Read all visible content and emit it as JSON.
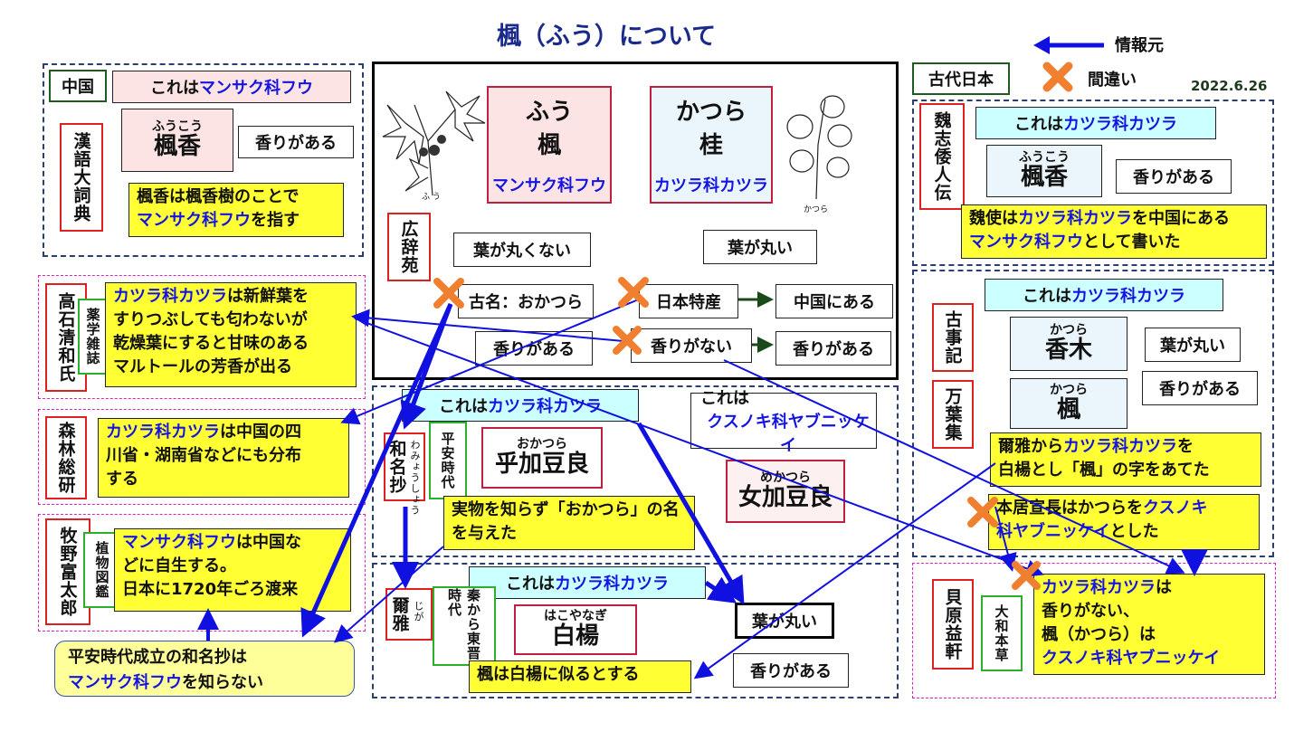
{
  "title": "楓（ふう）について",
  "date": "2022.6.26",
  "legend": {
    "source_label": "情報元",
    "wrong_label": "間違い"
  },
  "china": {
    "tag": "中国",
    "header_pre": "これは",
    "header_hl": "マンサク科フウ",
    "source": "漢語大詞典",
    "term_ruby": "ふうこう",
    "term": "楓香",
    "fragrant": "香りがある",
    "note": "楓香は楓香樹のことでマンサク科フウを指す"
  },
  "takaishi": {
    "person": "高石清和氏",
    "journal": "薬学雑誌",
    "note_hl": "カツラ科カツラ",
    "note_rest": "は新鮮葉をすりつぶしても匂わないが乾燥葉にすると甘味のあるマルトールの芳香が出る"
  },
  "shinrin": {
    "person": "森林総研",
    "note_hl": "カツラ科カツラ",
    "note_rest": "は中国の四川省・湖南省などにも分布する"
  },
  "makino": {
    "person": "牧野富太郎",
    "book": "植物図鑑",
    "note_hl": "マンサク科フウ",
    "note_rest": "は中国などに自生する。日本に1720年ごろ渡来"
  },
  "callout": {
    "line1": "平安時代成立の和名抄は",
    "line2_hl": "マンサク科フウ",
    "line2_rest": "を知らない"
  },
  "kojien": {
    "source": "広辞苑",
    "fuu_reading": "ふう",
    "fuu_kanji": "楓",
    "fuu_family": "マンサク科フウ",
    "katsura_reading": "かつら",
    "katsura_kanji": "桂",
    "katsura_family": "カツラ科カツラ",
    "fuu_caption": "ふ う",
    "katsura_caption": "かつら",
    "leaf_not_round": "葉が丸くない",
    "leaf_round": "葉が丸い",
    "old_name": "古名：おかつら",
    "japan_native": "日本特産",
    "in_china": "中国にある",
    "fragrant": "香りがある",
    "not_fragrant": "香りがない",
    "fragrant2": "香りがある"
  },
  "wamyo": {
    "header_pre": "これは",
    "header_hl": "カツラ科カツラ",
    "source": "和名抄",
    "source_ruby": "わみょうしょう",
    "era": "平安時代",
    "term_ruby": "おかつら",
    "term": "乎加豆良",
    "note": "実物を知らず「おかつら」の名を与えた",
    "kusu_pre": "これは",
    "kusu_hl": "クスノキ科ヤブニッケイ",
    "mekatsura_ruby": "めかつら",
    "mekatsura": "女加豆良"
  },
  "jiga": {
    "header_pre": "これは",
    "header_hl": "カツラ科カツラ",
    "source": "爾雅",
    "source_ruby": "じが",
    "era": "秦から東晋時代",
    "term_ruby": "はこやなぎ",
    "term": "白楊",
    "note": "楓は白楊に似るとする",
    "leaf_round": "葉が丸い",
    "fragrant": "香りがある"
  },
  "ancient_japan": {
    "tag": "古代日本"
  },
  "gishi": {
    "source": "魏志倭人伝",
    "header_pre": "これは",
    "header_hl": "カツラ科カツラ",
    "term_ruby": "ふうこう",
    "term": "楓香",
    "fragrant": "香りがある",
    "note_pre": "魏使は",
    "note_hl1": "カツラ科カツラ",
    "note_mid": "を中国にある",
    "note_hl2": "マンサク科フウ",
    "note_post": "として書いた"
  },
  "kojiki": {
    "header_pre": "これは",
    "header_hl": "カツラ科カツラ",
    "source1": "古事記",
    "source2": "万葉集",
    "kouboku_ruby": "かつら",
    "kouboku": "香木",
    "kaede_ruby": "かつら",
    "kaede": "楓",
    "leaf_round": "葉が丸い",
    "fragrant": "香りがある",
    "note1_pre": "爾雅から",
    "note1_hl": "カツラ科カツラ",
    "note1_post": "を白楊とし「楓」の字をあてた",
    "note2_pre": "本居宣長はかつらを",
    "note2_hl": "クスノキ科ヤブニッケイ",
    "note2_post": "とした"
  },
  "kaibara": {
    "person": "貝原益軒",
    "book": "大和本草",
    "note_hl1": "カツラ科カツラ",
    "note_l1_post": "は",
    "note_l2": "香りがない、",
    "note_l3": "楓（かつら）は",
    "note_hl2": "クスノキ科ヤブニッケイ"
  },
  "colors": {
    "arrow": "#1010e0",
    "cross": "#f08030",
    "highlight": "#1515e0",
    "note_bg": "#ffff33",
    "header_bg": "#ccffff"
  }
}
